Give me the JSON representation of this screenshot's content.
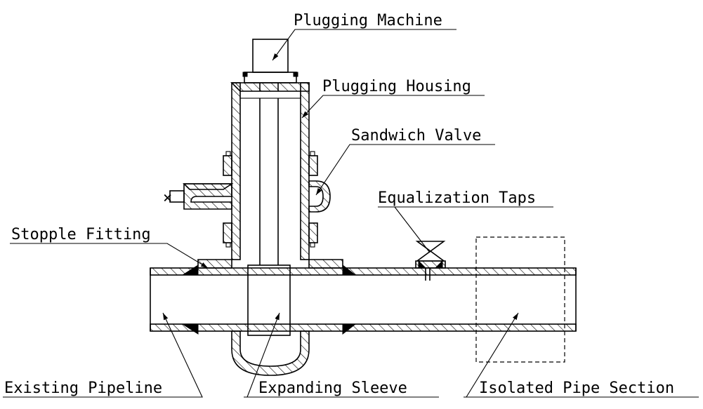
{
  "labels": {
    "plugging_machine": "Plugging Machine",
    "plugging_housing": "Plugging Housing",
    "sandwich_valve": "Sandwich Valve",
    "equalization_taps": "Equalization Taps",
    "stopple_fitting": "Stopple Fitting",
    "existing_pipeline": "Existing Pipeline",
    "expanding_sleeve": "Expanding Sleeve",
    "isolated_pipe_section": "Isolated Pipe Section"
  }
}
